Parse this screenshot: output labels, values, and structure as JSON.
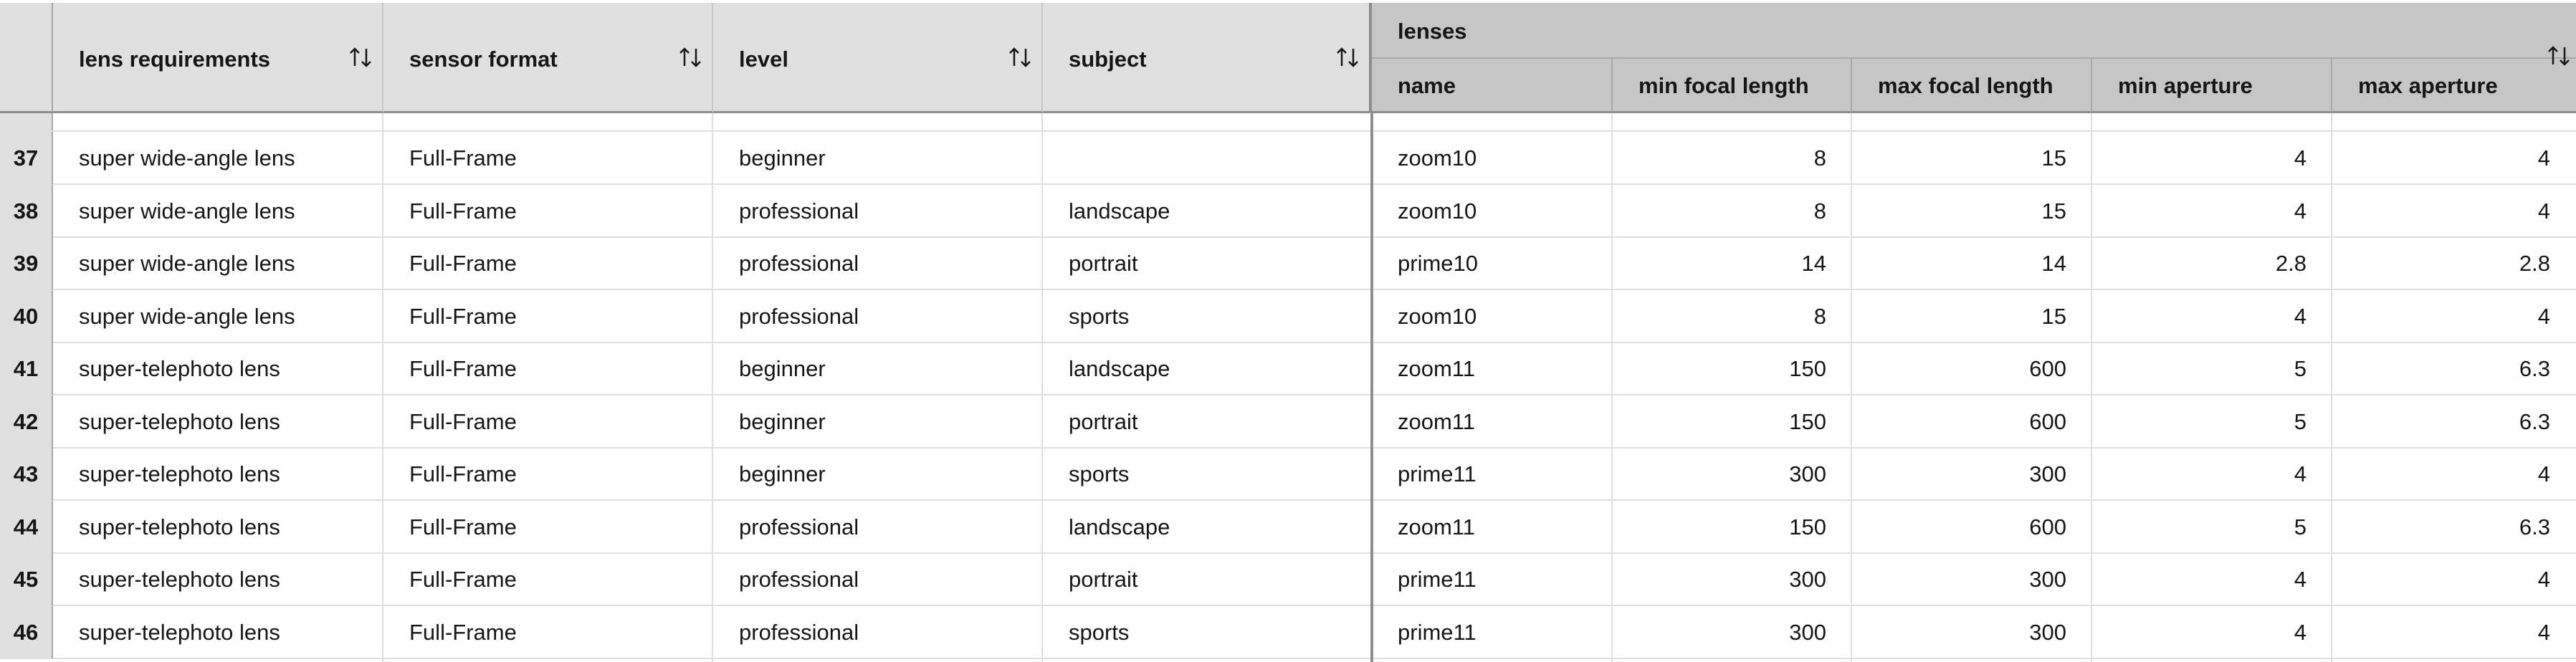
{
  "columns": {
    "lens_requirements": "lens requirements",
    "sensor_format": "sensor format",
    "level": "level",
    "subject": "subject",
    "lenses_group": "lenses",
    "name": "name",
    "min_focal_length": "min focal length",
    "max_focal_length": "max focal length",
    "min_aperture": "min aperture",
    "max_aperture": "max aperture"
  },
  "icons": {
    "sort": "sort-arrows-icon"
  },
  "colors": {
    "header_bg": "#e0e0e0",
    "group_header_bg": "#c6c6c6",
    "row_border": "#e0e0e0"
  },
  "rows": [
    {
      "num": "37",
      "req": "super wide-angle lens",
      "fmt": "Full-Frame",
      "level": "beginner",
      "subject": "",
      "name": "zoom10",
      "minf": "8",
      "maxf": "15",
      "mina": "4",
      "maxa": "4"
    },
    {
      "num": "38",
      "req": "super wide-angle lens",
      "fmt": "Full-Frame",
      "level": "professional",
      "subject": "landscape",
      "name": "zoom10",
      "minf": "8",
      "maxf": "15",
      "mina": "4",
      "maxa": "4"
    },
    {
      "num": "39",
      "req": "super wide-angle lens",
      "fmt": "Full-Frame",
      "level": "professional",
      "subject": "portrait",
      "name": "prime10",
      "minf": "14",
      "maxf": "14",
      "mina": "2.8",
      "maxa": "2.8"
    },
    {
      "num": "40",
      "req": "super wide-angle lens",
      "fmt": "Full-Frame",
      "level": "professional",
      "subject": "sports",
      "name": "zoom10",
      "minf": "8",
      "maxf": "15",
      "mina": "4",
      "maxa": "4"
    },
    {
      "num": "41",
      "req": "super-telephoto lens",
      "fmt": "Full-Frame",
      "level": "beginner",
      "subject": "landscape",
      "name": "zoom11",
      "minf": "150",
      "maxf": "600",
      "mina": "5",
      "maxa": "6.3"
    },
    {
      "num": "42",
      "req": "super-telephoto lens",
      "fmt": "Full-Frame",
      "level": "beginner",
      "subject": "portrait",
      "name": "zoom11",
      "minf": "150",
      "maxf": "600",
      "mina": "5",
      "maxa": "6.3"
    },
    {
      "num": "43",
      "req": "super-telephoto lens",
      "fmt": "Full-Frame",
      "level": "beginner",
      "subject": "sports",
      "name": "prime11",
      "minf": "300",
      "maxf": "300",
      "mina": "4",
      "maxa": "4"
    },
    {
      "num": "44",
      "req": "super-telephoto lens",
      "fmt": "Full-Frame",
      "level": "professional",
      "subject": "landscape",
      "name": "zoom11",
      "minf": "150",
      "maxf": "600",
      "mina": "5",
      "maxa": "6.3"
    },
    {
      "num": "45",
      "req": "super-telephoto lens",
      "fmt": "Full-Frame",
      "level": "professional",
      "subject": "portrait",
      "name": "prime11",
      "minf": "300",
      "maxf": "300",
      "mina": "4",
      "maxa": "4"
    },
    {
      "num": "46",
      "req": "super-telephoto lens",
      "fmt": "Full-Frame",
      "level": "professional",
      "subject": "sports",
      "name": "prime11",
      "minf": "300",
      "maxf": "300",
      "mina": "4",
      "maxa": "4"
    }
  ]
}
